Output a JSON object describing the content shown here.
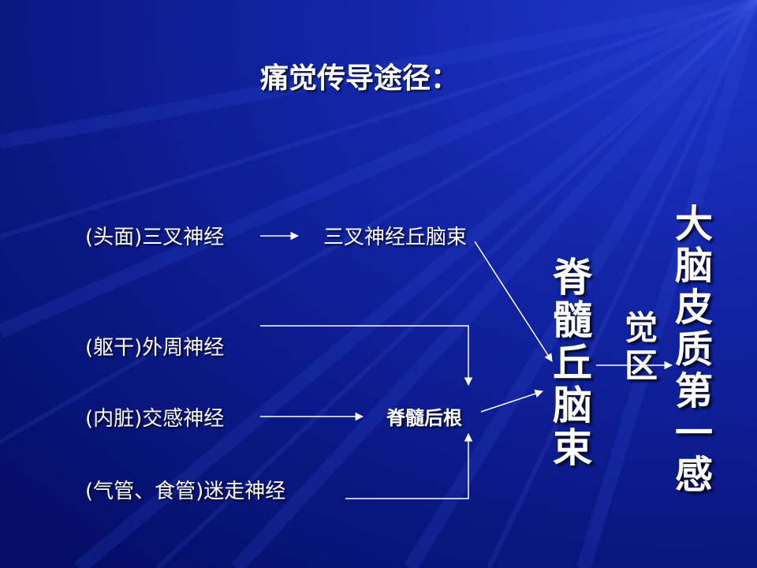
{
  "title": "痛觉传导途径：",
  "labels": {
    "head_nerve": "(头面)三叉神经",
    "trigeminal_tract": "三叉神经丘脑束",
    "trunk_nerve": "(躯干)外周神经",
    "visceral_nerve": "(内脏)交感神经",
    "dorsal_root": "脊髓后根",
    "vagus_nerve": "(气管、食管)迷走神经"
  },
  "spinothalamic": [
    "脊",
    "髓",
    "丘",
    "脑",
    "束"
  ],
  "sensory_area": [
    "觉",
    "区"
  ],
  "cortex": [
    "大",
    "脑",
    "皮",
    "质",
    "第",
    "一",
    "感"
  ],
  "colors": {
    "background": "#0a1a8c",
    "text": "#ffffff",
    "lines": "#ffffff"
  }
}
